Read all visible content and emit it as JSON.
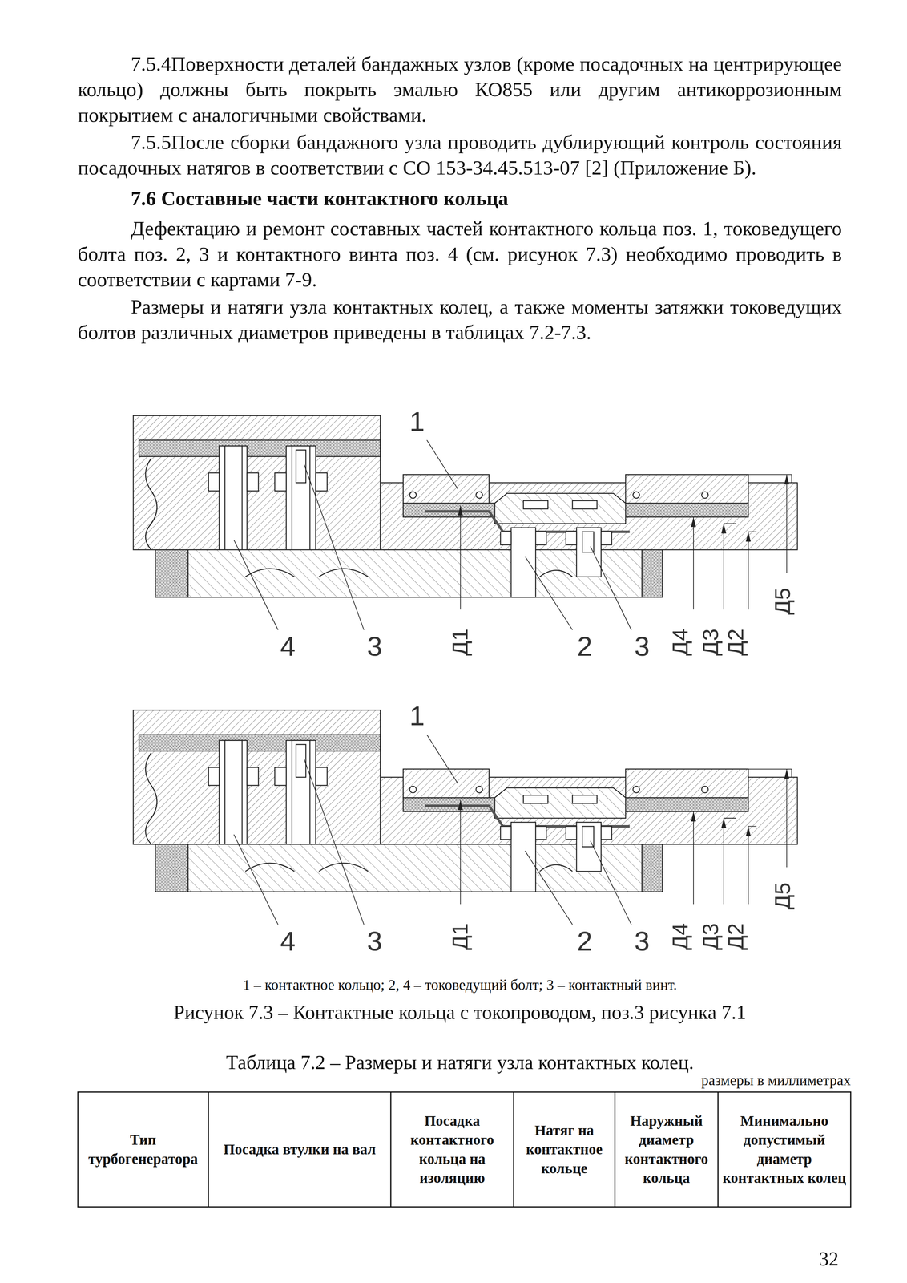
{
  "diagram": {
    "caption": "Рисунок 7.3 – Контактные кольца с токопроводом, поз.3 рисунка 7.1",
    "labels": [
      "7.5.4Поверхности деталей бандажных узлов (кроме посадочных на центрирующее кольцо) должны быть покрыть эмалью КО855 или другим антикоррозионным покрытием с аналогичными свойствами.",
      "7.5.5После сборки бандажного узла проводить дублирующий контроль состояния посадочных натягов в соответствии с СО 153-34.45.513-07 [2] (Приложение Б).",
      "7.6 Составные части контактного кольца",
      "Дефектацию и ремонт составных частей контактного кольца поз. 1, токоведущего болта поз. 2, 3 и контактного винта поз. 4 (см. рисунок 7.3) необходимо проводить в соответствии с картами 7-9.",
      "Размеры и натяги узла контактных колец, а также моменты затяжки токоведущих болтов различных диаметров приведены в таблицах 7.2-7.3.",
      "1",
      "4",
      "3",
      "Д1",
      "2",
      "3",
      "Д4",
      "Д3",
      "Д2",
      "Д5",
      "1",
      "4",
      "3",
      "Д1",
      "2",
      "3",
      "Д4",
      "Д3",
      "Д2",
      "Д5",
      "1 – контактное кольцо; 2, 4 – токоведущий болт; 3 – контактный винт.",
      "Таблица 7.2 – Размеры и натяги узла контактных колец.",
      "размеры в миллиметрах",
      "Тип турбогенератора",
      "Посадка втулки на вал",
      "Посадка контактного кольца на изоляцию",
      "Натяг на контактное кольце",
      "Наружный диаметр контактного кольца",
      "Минимально допустимый диаметр контактных колец",
      "32"
    ]
  }
}
